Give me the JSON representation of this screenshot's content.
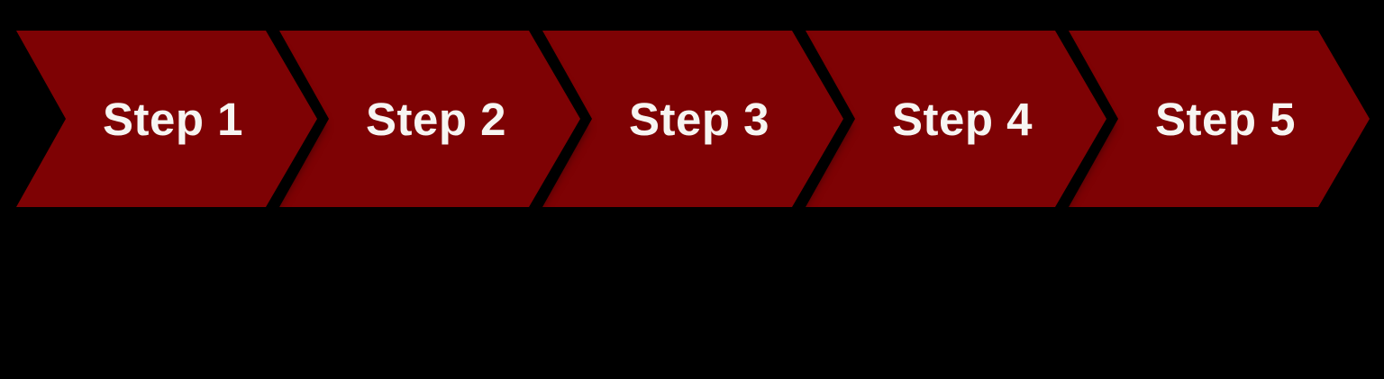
{
  "background_color": "#000000",
  "process": {
    "steps": [
      {
        "label": "Step 1"
      },
      {
        "label": "Step 2"
      },
      {
        "label": "Step 3"
      },
      {
        "label": "Step 4"
      },
      {
        "label": "Step 5"
      }
    ],
    "colors": {
      "chevron_fill": "#7E0204",
      "label_text": "#F7F5F2",
      "gap": "#000000"
    }
  }
}
